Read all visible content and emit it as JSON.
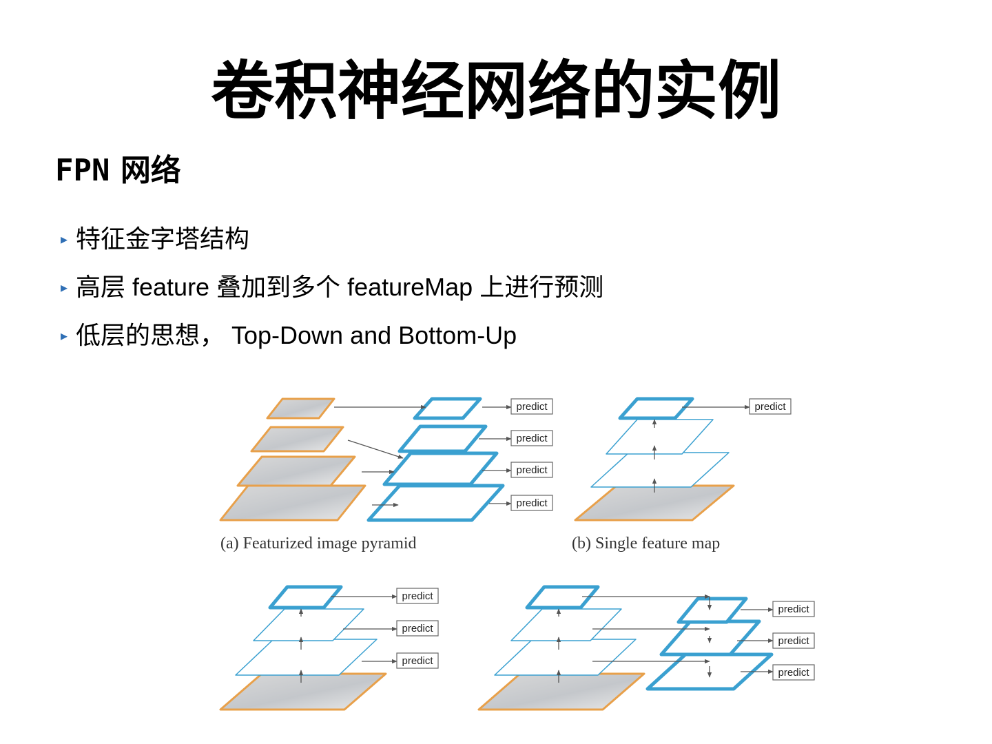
{
  "slide": {
    "title": "卷积神经网络的实例",
    "section_title_latin": "FPN",
    "section_title_cjk": "网络"
  },
  "bullets": [
    {
      "marker": "▸",
      "text": "特征金字塔结构"
    },
    {
      "marker": "▸",
      "text": "高层 feature 叠加到多个 featureMap 上进行预测"
    },
    {
      "marker": "▸",
      "text": "低层的思想， Top-Down and Bottom-Up"
    }
  ],
  "figure": {
    "captions": {
      "a": "(a) Featurized image pyramid",
      "b": "(b) Single feature map"
    },
    "predict_label": "predict",
    "colors": {
      "image_border": "#e8a04a",
      "feature_border": "#3aa0d0",
      "arrow": "#555555"
    }
  }
}
